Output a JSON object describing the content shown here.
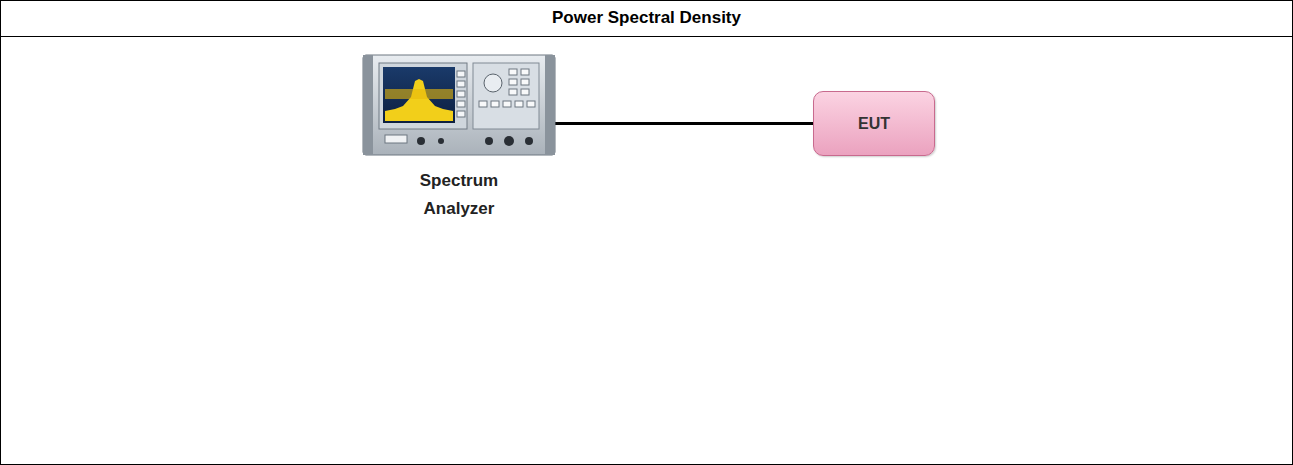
{
  "diagram": {
    "title": "Power Spectral Density",
    "nodes": [
      {
        "text": [
          "Spectrum Analyzer"
        ]
      },
      {
        "text": [
          "EUT"
        ]
      }
    ],
    "edges": [
      {
        "from": 0,
        "to": 1,
        "arrow": "none"
      }
    ]
  }
}
